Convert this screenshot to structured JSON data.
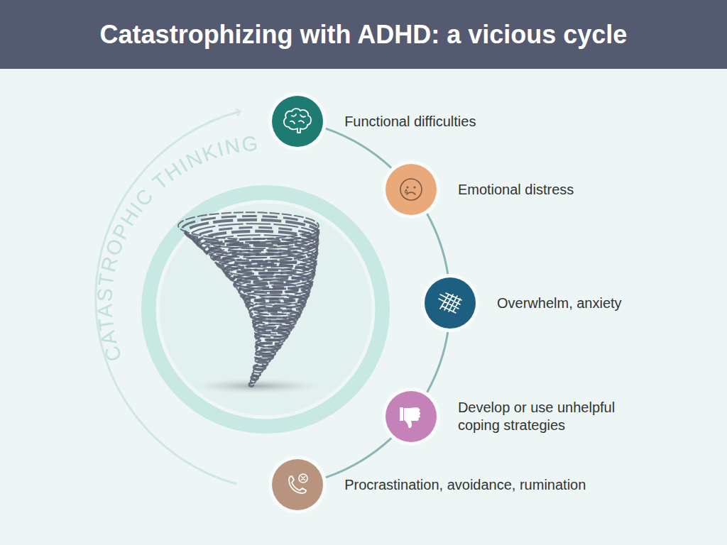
{
  "diagram": {
    "title": "Catastrophizing with ADHD: a vicious cycle",
    "nodes": [
      {
        "text": [
          "Functional difficulties"
        ]
      },
      {
        "text": [
          "Emotional distress"
        ]
      },
      {
        "text": [
          "Overwhelm, anxiety"
        ]
      },
      {
        "text": [
          "Develop or use unhelpful coping strategies"
        ]
      },
      {
        "text": [
          "Procrastination, avoidance, rumination"
        ]
      }
    ],
    "edges": [
      {
        "from": 0,
        "to": 1,
        "arrow": "none"
      },
      {
        "from": 1,
        "to": 2,
        "arrow": "none"
      },
      {
        "from": 2,
        "to": 3,
        "arrow": "none"
      },
      {
        "from": 3,
        "to": 4,
        "arrow": "none"
      }
    ],
    "labels": [
      "CATASTROPHIC THINKING"
    ]
  }
}
